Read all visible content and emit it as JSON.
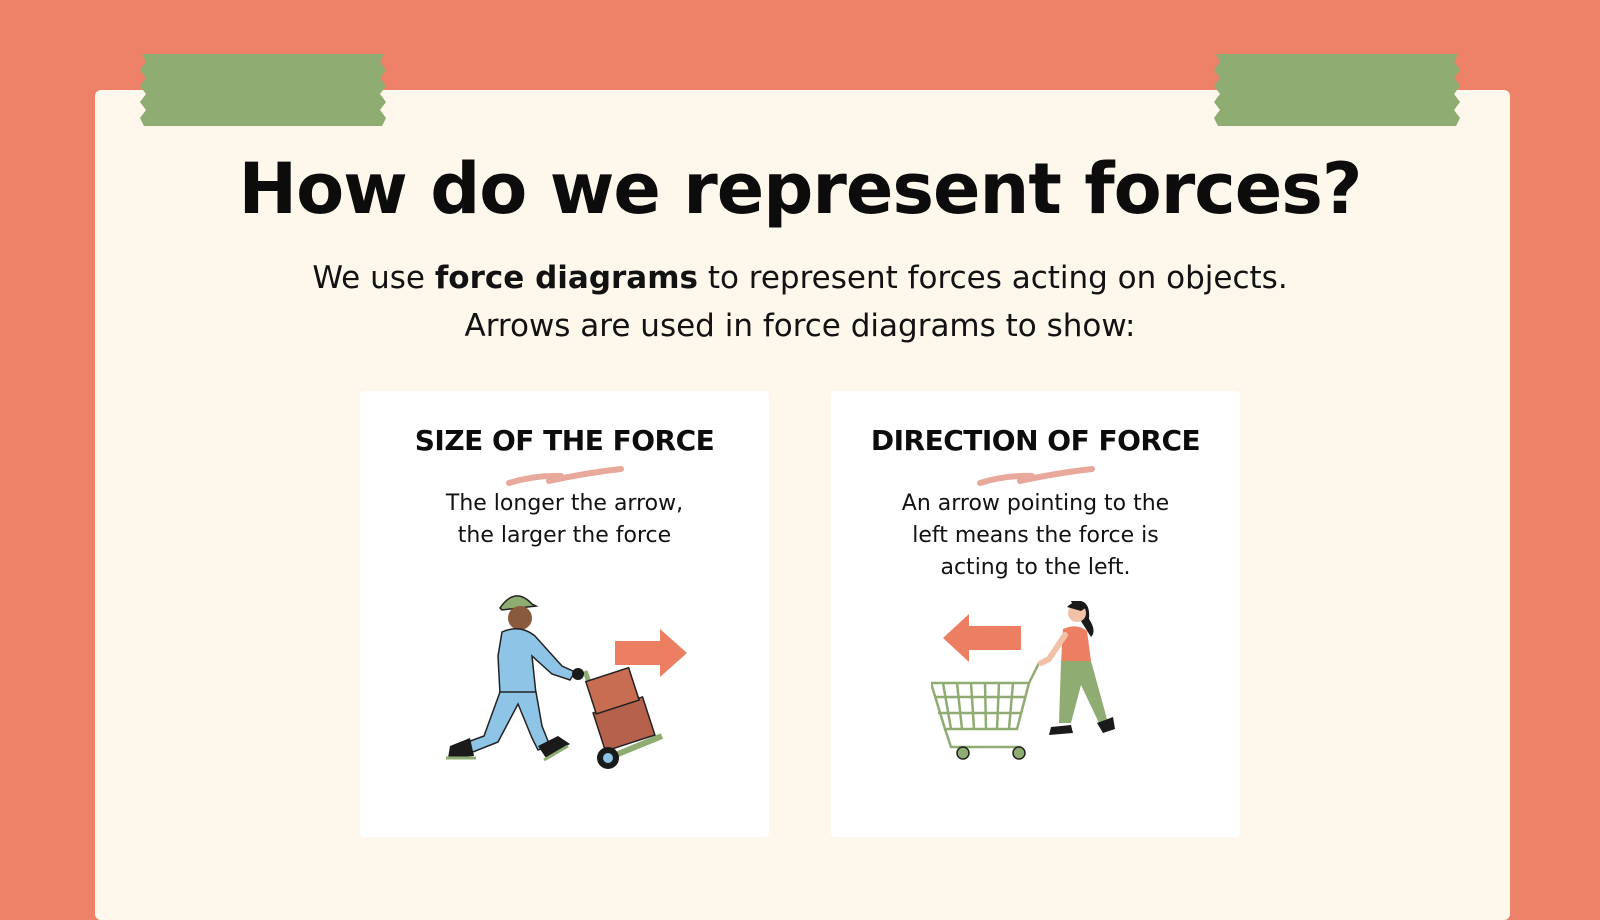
{
  "title": "How do we represent forces?",
  "intro": {
    "line1_before": "We use ",
    "line1_bold": "force diagrams",
    "line1_after": " to represent forces acting on objects.",
    "line2": "Arrows are used in force diagrams to show:"
  },
  "cards": [
    {
      "heading": "SIZE OF THE FORCE",
      "text_line1": "The longer the arrow,",
      "text_line2": "the larger the force"
    },
    {
      "heading": "DIRECTION OF FORCE",
      "text_line1": "An arrow pointing to the",
      "text_line2": "left means the force is",
      "text_line3": "acting to the left."
    }
  ],
  "colors": {
    "background": "#ee8268",
    "paper": "#fdf7ec",
    "tape": "#8fad72",
    "arrow": "#ec7e62",
    "squiggle": "#e8a99c"
  },
  "icons": [
    "tape-left-icon",
    "tape-right-icon",
    "squiggle-icon",
    "worker-pushing-dolly-icon",
    "right-arrow-icon",
    "woman-pushing-cart-icon",
    "left-arrow-icon"
  ]
}
